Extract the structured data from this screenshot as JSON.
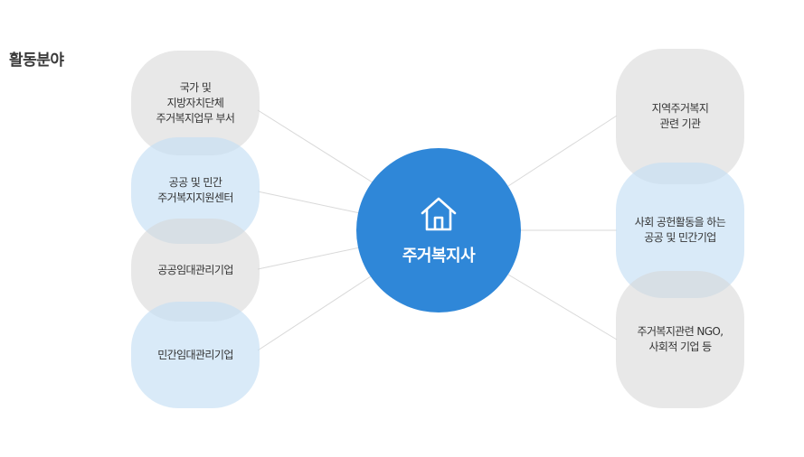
{
  "section_title": "활동분야",
  "center": {
    "label": "주거복지사",
    "icon": "house-icon",
    "color": "#2f87d8"
  },
  "left_items": [
    {
      "label": "국가 및\n지방자치단체\n주거복지업무 부서",
      "tone": "gray"
    },
    {
      "label": "공공 및 민간\n주거복지지원센터",
      "tone": "blue"
    },
    {
      "label": "공공임대관리기업",
      "tone": "gray"
    },
    {
      "label": "민간임대관리기업",
      "tone": "blue"
    }
  ],
  "right_items": [
    {
      "label": "지역주거복지\n관련 기관",
      "tone": "gray"
    },
    {
      "label": "사회 공헌활동을 하는\n공공 및 민간기업",
      "tone": "blue"
    },
    {
      "label": "주거복지관련 NGO,\n사회적 기업 등",
      "tone": "gray"
    }
  ],
  "colors": {
    "gray_pill": "#d6d6d6",
    "blue_pill": "#c4def4",
    "connector": "#d9d9d9"
  }
}
